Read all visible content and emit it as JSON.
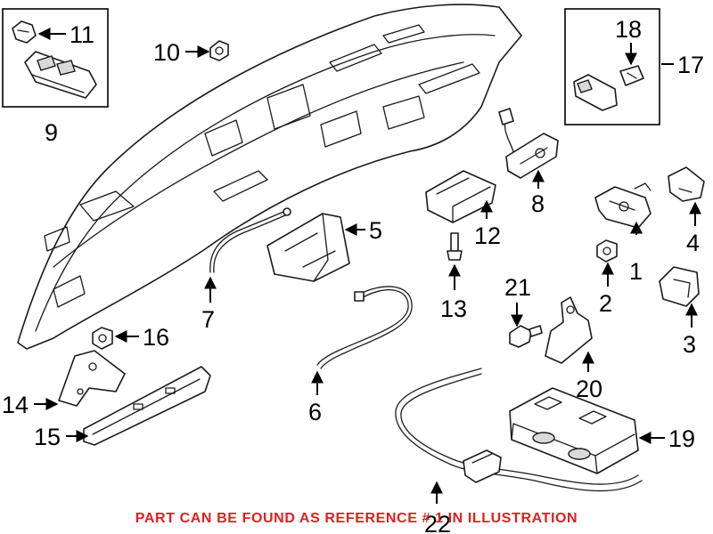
{
  "notice": "PART CAN BE FOUND AS REFERENCE # 1 IN ILLUSTRATION",
  "callouts": {
    "c1": "1",
    "c2": "2",
    "c3": "3",
    "c4": "4",
    "c5": "5",
    "c6": "6",
    "c7": "7",
    "c8": "8",
    "c9": "9",
    "c10": "10",
    "c11": "11",
    "c12": "12",
    "c13": "13",
    "c14": "14",
    "c15": "15",
    "c16": "16",
    "c17": "17",
    "c18": "18",
    "c19": "19",
    "c20": "20",
    "c21": "21",
    "c22": "22"
  },
  "colors": {
    "line": "#1a1a1a",
    "notice": "#e02020",
    "background": "#ffffff"
  }
}
